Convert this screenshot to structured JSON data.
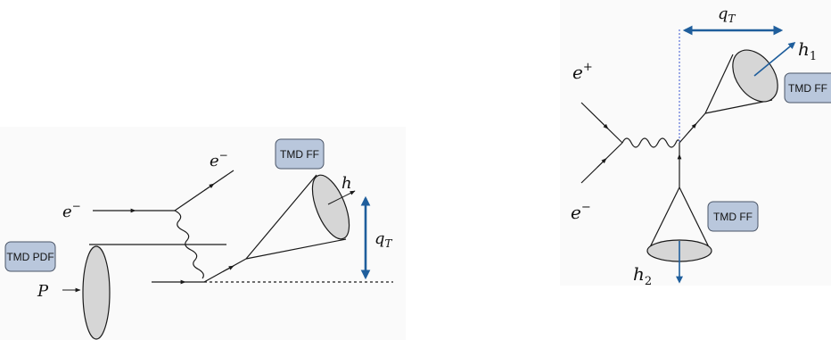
{
  "left_diagram": {
    "labels": {
      "electron_out": "e",
      "electron_out_sup": "−",
      "electron_in": "e",
      "electron_in_sup": "−",
      "proton": "P",
      "hadron": "h",
      "qT": "q",
      "qT_sub": "T"
    },
    "boxes": {
      "tmd_pdf": "TMD PDF",
      "tmd_ff": "TMD FF"
    }
  },
  "right_diagram": {
    "labels": {
      "positron": "e",
      "positron_sup": "+",
      "electron": "e",
      "electron_sup": "−",
      "h1": "h",
      "h1_sub": "1",
      "h2": "h",
      "h2_sub": "2",
      "qT": "q",
      "qT_sub": "T"
    },
    "boxes": {
      "tmd_ff_top": "TMD FF",
      "tmd_ff_bottom": "TMD FF"
    }
  },
  "colors": {
    "arrow_blue": "#1f5e9c",
    "box_fill": "#b9c7dc",
    "blob_fill": "#d6d6d6",
    "dashed_blue": "#5a72d8"
  }
}
